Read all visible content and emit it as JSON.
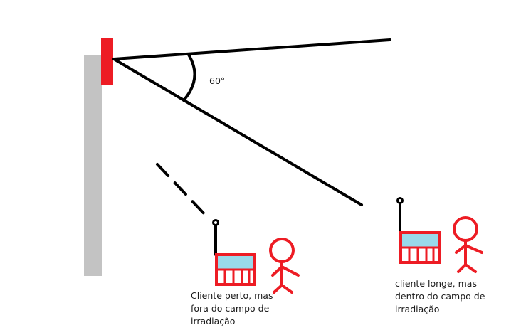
{
  "angle_label": "60°",
  "clients": [
    {
      "lines": [
        "Cliente perto, mas",
        "fora do campo de",
        "irradiação"
      ]
    },
    {
      "lines": [
        "cliente longe, mas",
        "dentro do campo de",
        "irradiação"
      ]
    }
  ],
  "colors": {
    "wall": "#c3c3c3",
    "red": "#ed1c24",
    "screen": "#99d9ea",
    "line": "#000000"
  }
}
